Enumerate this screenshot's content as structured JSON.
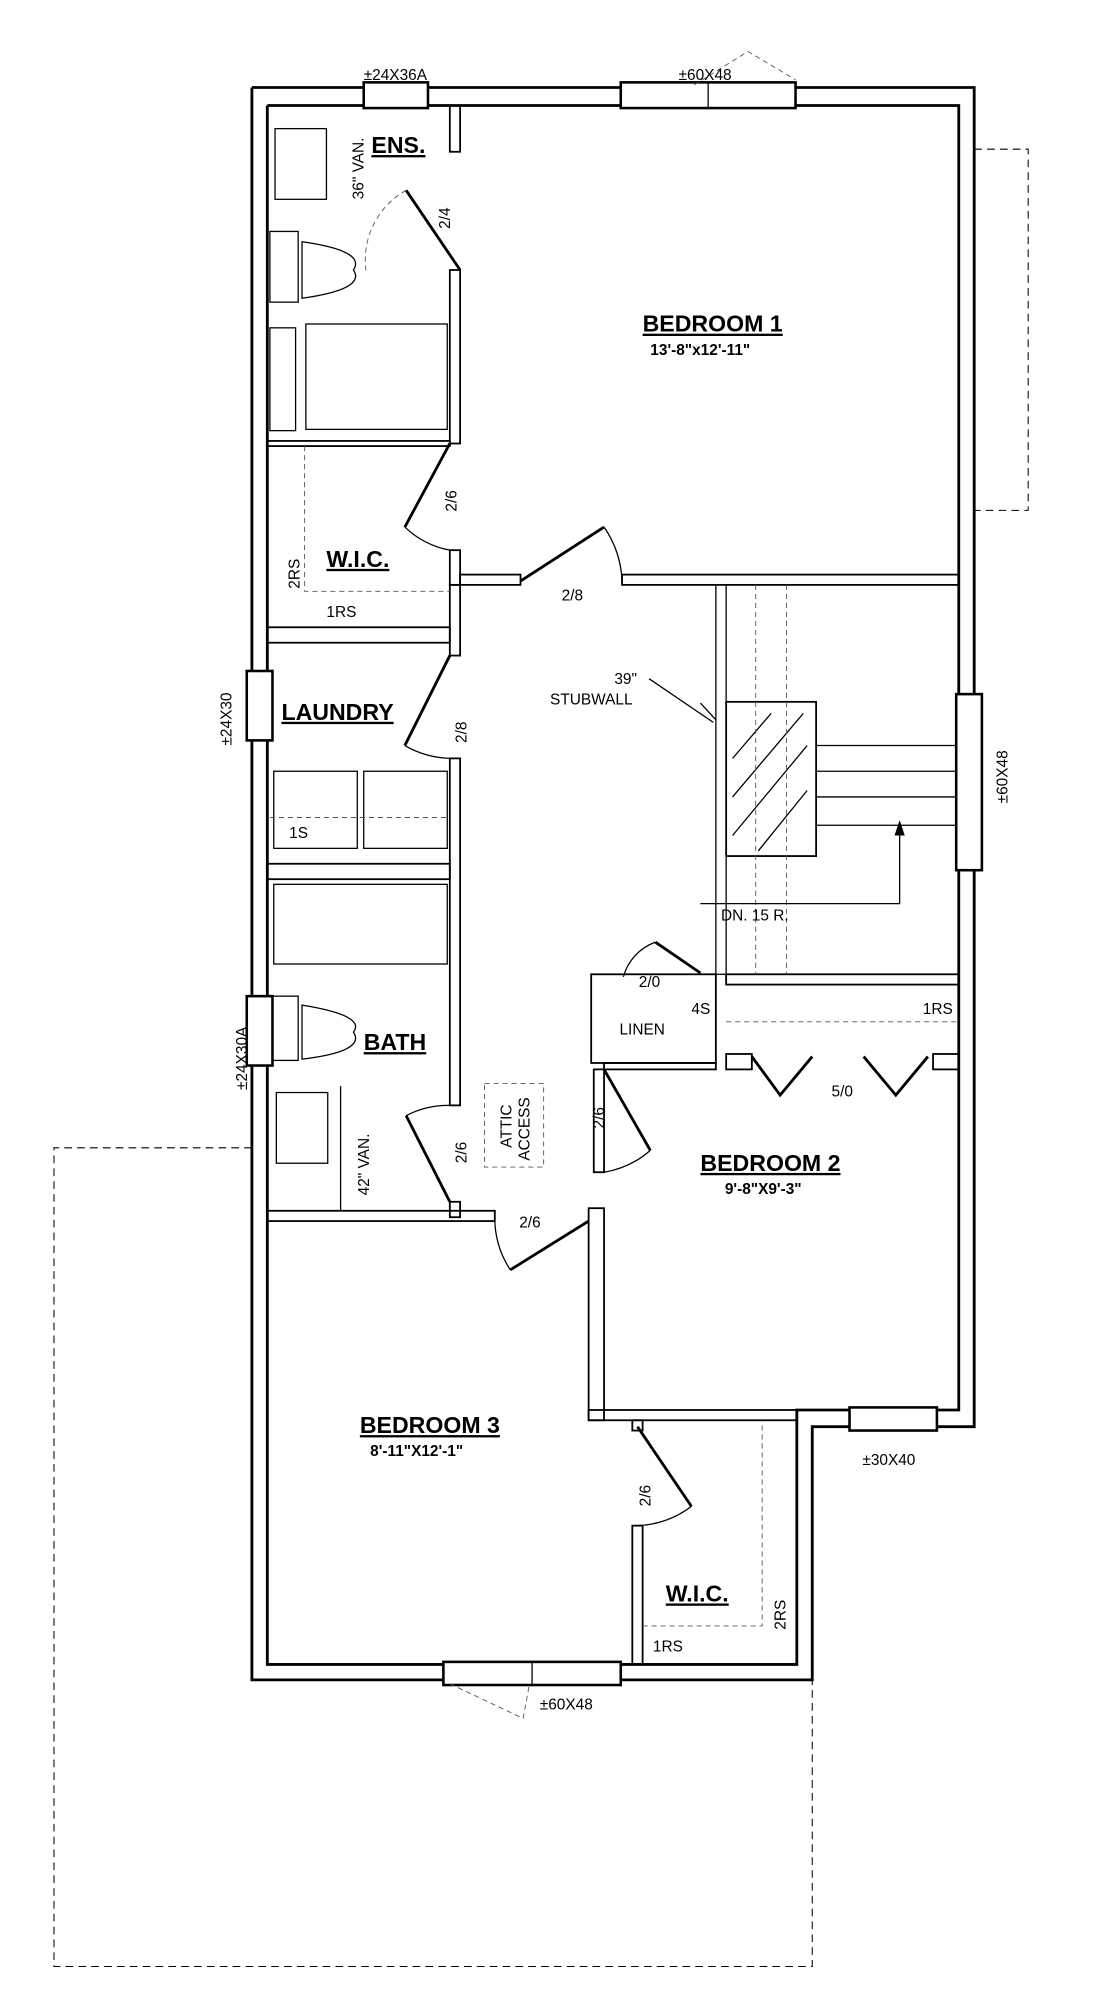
{
  "windows": {
    "top_left": "±24X36A",
    "top_right": "±60X48",
    "left_laundry": "±24X30",
    "right_stair": "±60X48",
    "left_bath": "±24X30A",
    "bedroom2": "±30X40",
    "bottom": "±60X48"
  },
  "rooms": {
    "ensuite": "ENS.",
    "bedroom1": {
      "name": "BEDROOM 1",
      "size": "13'-8\"x12'-11\""
    },
    "wic1": "W.I.C.",
    "laundry": "LAUNDRY",
    "bath": "BATH",
    "bedroom2": {
      "name": "BEDROOM 2",
      "size": "9'-8\"X9'-3\""
    },
    "bedroom3": {
      "name": "BEDROOM 3",
      "size": "8'-11\"X12'-1\""
    },
    "wic2": "W.I.C.",
    "linen": "LINEN"
  },
  "doors": {
    "ensuite": "2/4",
    "wic1": "2/6",
    "bedroom1": "2/8",
    "laundry": "2/8",
    "bath": "2/6",
    "bedroom3": "2/6",
    "linen": "2/0",
    "bedroom2": "2/6",
    "closet2": "5/0",
    "wic2": "2/6"
  },
  "notes": {
    "van36": "36\" VAN.",
    "van42": "42\" VAN.",
    "wic1_2rs": "2RS",
    "wic1_1rs": "1RS",
    "laundry_1s": "1S",
    "linen_4s": "4S",
    "closet2_1rs": "1RS",
    "wic2_2rs": "2RS",
    "wic2_1rs": "1RS",
    "stubwall_1": "39\"",
    "stubwall_2": "STUBWALL",
    "stairs": "DN.  15  R.",
    "attic_1": "ATTIC",
    "attic_2": "ACCESS"
  }
}
